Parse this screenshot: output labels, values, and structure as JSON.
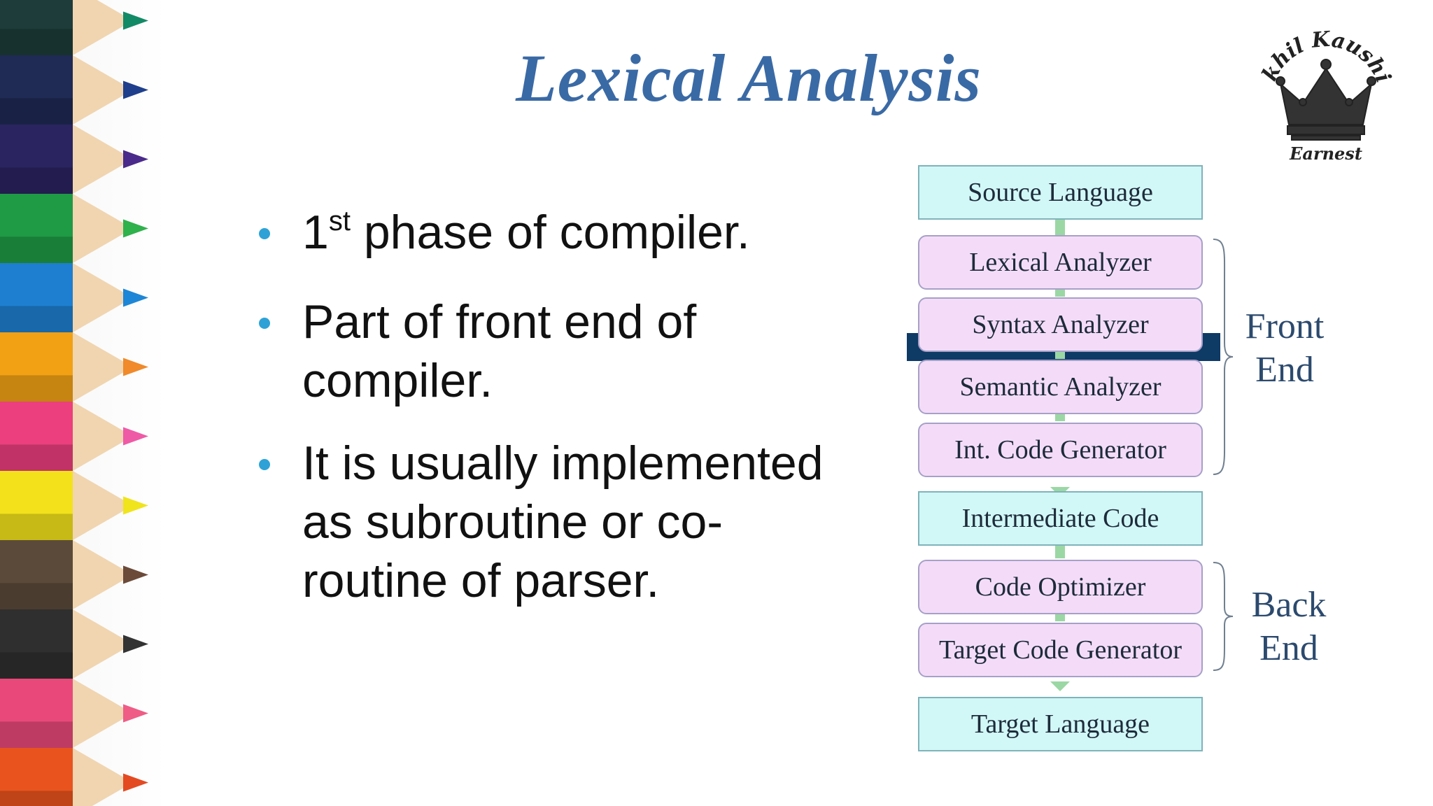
{
  "title": "Lexical Analysis",
  "logo": {
    "text_top": "Akhil Kaushik",
    "text_bottom": "Earnest",
    "icon": "crown-icon"
  },
  "bullets": [
    {
      "sup_number": "1",
      "sup": "st",
      "text": " phase of compiler."
    },
    {
      "text": "Part of front end of compiler."
    },
    {
      "text": "It is usually implemented as subroutine or co-routine of parser."
    }
  ],
  "diagram": {
    "source_language": "Source Language",
    "front_end_phases": [
      "Lexical Analyzer",
      "Syntax Analyzer",
      "Semantic Analyzer",
      "Int. Code Generator"
    ],
    "intermediate_code": "Intermediate Code",
    "back_end_phases": [
      "Code Optimizer",
      "Target Code Generator"
    ],
    "target_language": "Target Language",
    "front_end_label": [
      "Front",
      "End"
    ],
    "back_end_label": [
      "Back",
      "End"
    ]
  },
  "colors": {
    "title": "#3a6aa5",
    "bullet_dot": "#2ea2d6",
    "language_box": "#d2f7f7",
    "phase_box": "#f4dcf8",
    "connector": "#9bd7a4",
    "highlight_bar": "#0e3a66"
  },
  "decoration": "colored-pencils-border"
}
